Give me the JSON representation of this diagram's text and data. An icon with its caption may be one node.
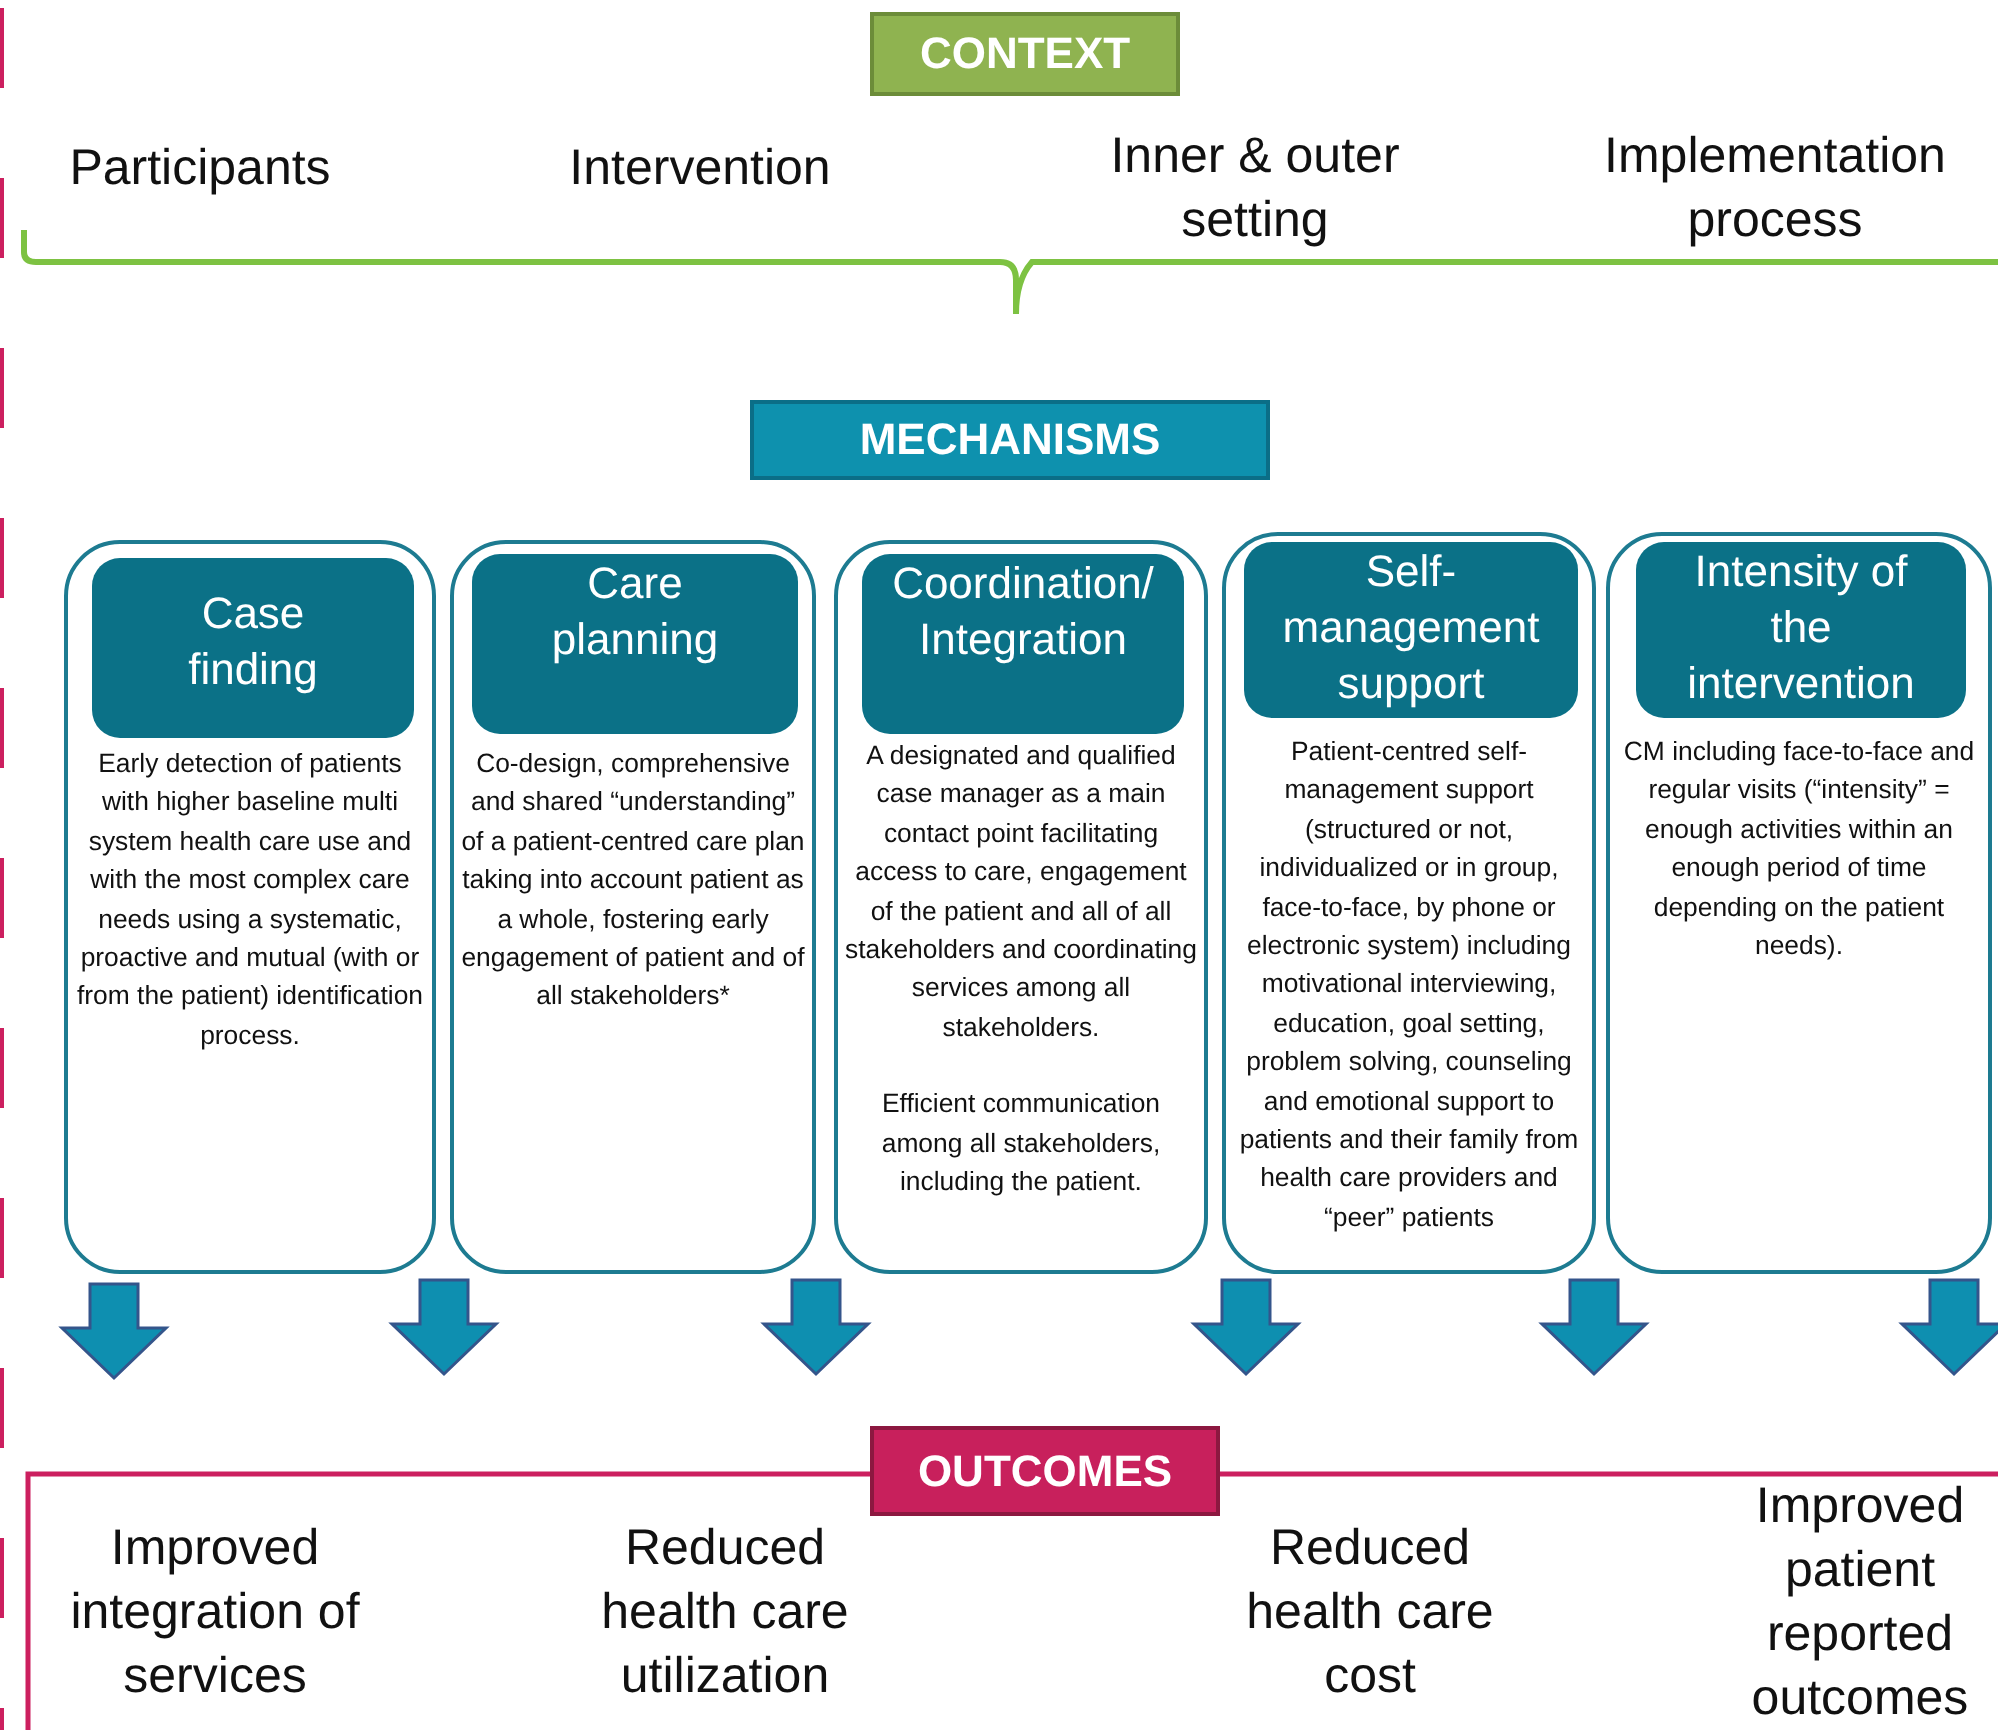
{
  "diagram": {
    "nodes": [
      {
        "text": [
          "CONTEXT"
        ]
      },
      {
        "text": [
          "MECHANISMS"
        ]
      },
      {
        "text": [
          "Early detection of patients with higher baseline multi system health care use and with the most complex care needs using a systematic, proactive and mutual (with or from the patient) identification process."
        ]
      },
      {
        "text": [
          "Case finding"
        ],
        "in": 2
      },
      {
        "text": [
          "Co-design, comprehensive and shared “understanding” of a patient-centred care plan taking into account patient as a whole, fostering early engagement of patient and of all stakeholders*"
        ]
      },
      {
        "text": [
          "Care planning"
        ],
        "in": 4
      },
      {
        "text": [
          "A designated and qualified case manager as a main contact point facilitating access to care, engagement of the patient and all of all stakeholders and coordinating services among all stakeholders.",
          "Efficient communication among all stakeholders, including the patient."
        ]
      },
      {
        "text": [
          "Coordination/ Integration"
        ],
        "in": 6
      },
      {
        "text": [
          "Patient-centred self-management support (structured or not, individualized or in group, face-to-face, by phone or electronic system) including motivational interviewing, education, goal setting, problem solving, counseling and emotional support to patients and their family from health care providers and “peer” patients"
        ]
      },
      {
        "text": [
          "Self-management support"
        ],
        "in": 8
      },
      {
        "text": [
          "CM including face-to-face and regular visits (“intensity” = enough activities within an enough period of time depending on the patient needs)."
        ]
      },
      {
        "text": [
          "Intensity of the intervention"
        ],
        "in": 10
      },
      {
        "text": [
          "OUTCOMES"
        ]
      }
    ],
    "edges": [],
    "labels": [
      "Participants",
      "Intervention",
      "Inner & outer setting",
      "Implementation process",
      "Improved integration of services",
      "Reduced health care utilization",
      "Reduced health care cost",
      "Improved patient reported outcomes"
    ]
  }
}
